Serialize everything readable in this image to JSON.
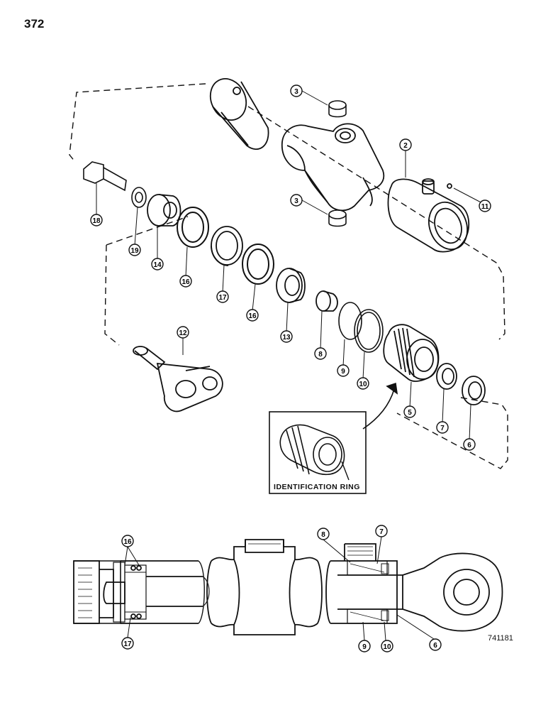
{
  "page": {
    "number": "372",
    "figure_code": "741181"
  },
  "inset": {
    "label": "IDENTIFICATION RING"
  },
  "callouts": {
    "c2": "2",
    "c3a": "3",
    "c3b": "3",
    "c5": "5",
    "c6": "6",
    "c7": "7",
    "c8": "8",
    "c9": "9",
    "c10": "10",
    "c11": "11",
    "c12": "12",
    "c13": "13",
    "c14": "14",
    "c16a": "16",
    "c16b": "16",
    "c17": "17",
    "c18": "18",
    "c19": "19",
    "s16": "16",
    "s17": "17",
    "s8": "8",
    "s7": "7",
    "s9": "9",
    "s10": "10",
    "s6": "6"
  }
}
